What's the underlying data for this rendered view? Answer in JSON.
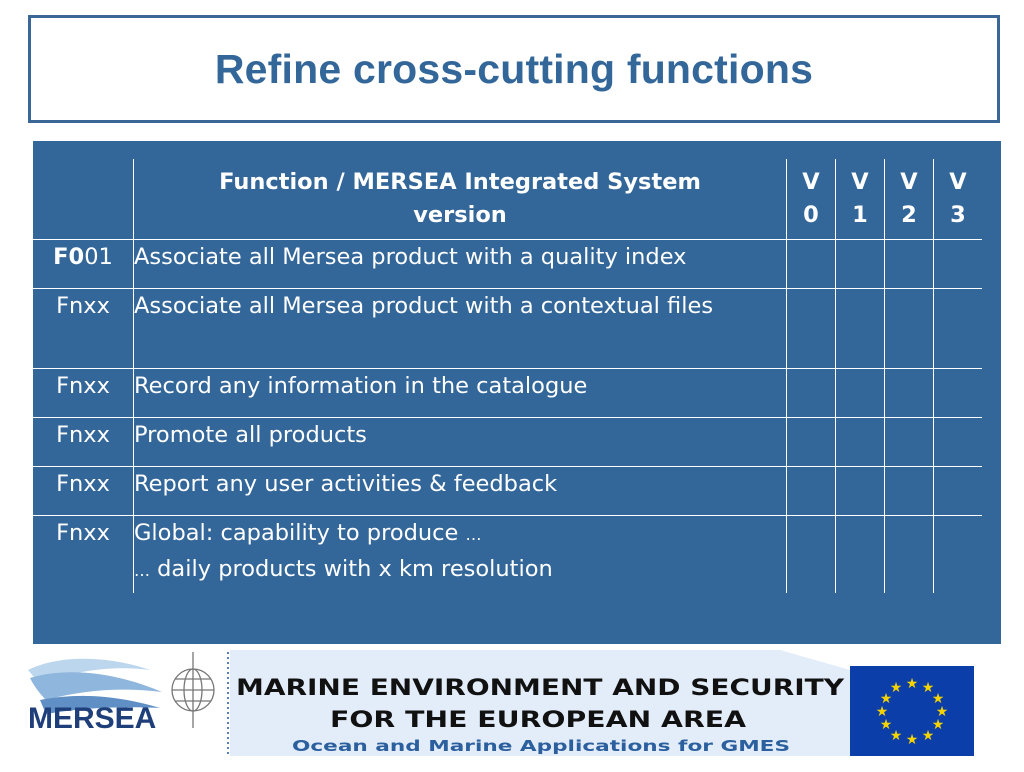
{
  "slide": {
    "title": "Refine cross-cutting functions"
  },
  "table": {
    "header": {
      "function": "Function / MERSEA Integrated System version",
      "v0": "V 0",
      "v1": "V 1",
      "v2": "V 2",
      "v3": "V 3"
    },
    "rows": [
      {
        "id_bold": "F0",
        "id_rest": "01",
        "function": "Associate all Mersea product with a quality index"
      },
      {
        "id": "Fnxx",
        "function": "Associate all Mersea product with a contextual files"
      },
      {
        "id": "Fnxx",
        "function": "Record any information in the catalogue"
      },
      {
        "id": "Fnxx",
        "function": "Promote all products"
      },
      {
        "id": "Fnxx",
        "function": "Report any user activities & feedback"
      },
      {
        "id": "Fnxx",
        "function_line1": "Global: capability to produce ",
        "function_line1_ell": "…",
        "function_line2_ell": "…",
        "function_line2": " daily products with x km resolution"
      }
    ]
  },
  "footer": {
    "logo_text": "MERSEA",
    "banner_line1": "MARINE ENVIRONMENT AND SECURITY",
    "banner_line2": "FOR THE EUROPEAN AREA",
    "banner_line3": "Ocean and Marine Applications for GMES",
    "colors": {
      "blue": "#336699",
      "dark_blue": "#1f3f7a",
      "navy": "#2b3f8c",
      "eu_blue": "#0b3ea8",
      "eu_star": "#f5d300",
      "red": "#cc2222"
    }
  }
}
